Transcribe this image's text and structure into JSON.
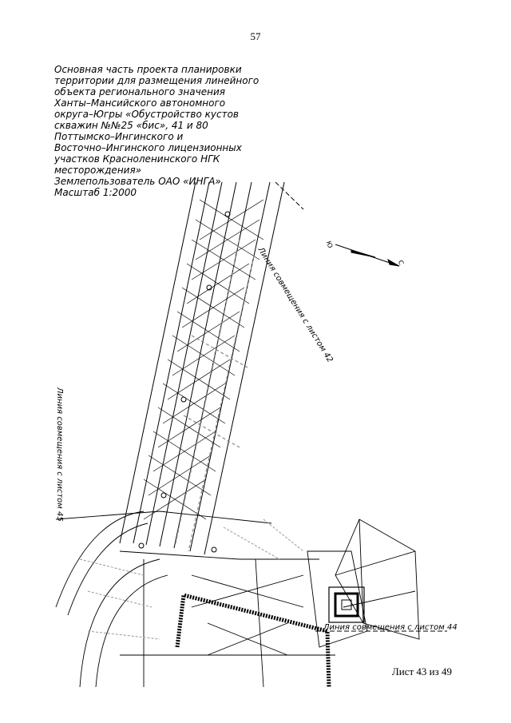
{
  "page_number": "57",
  "title_lines": [
    "Основная часть проекта планировки",
    "территории для размещения линейного",
    "объекта регионального значения",
    "Ханты–Мансийского автономного",
    "округа–Югры «Обустройство кустов",
    "скважин №№25 «бис», 41 и 80",
    "Поттымско–Ингинского и",
    "Восточно–Ингинского лицензионных",
    "участков Красноленинского НГК",
    "месторождения»"
  ],
  "land_user": "Землепользователь ОАО «ИНГА»",
  "scale": "Масштаб 1:2000",
  "match_lines": {
    "sheet_42": "Линия совмещения с листом 42",
    "sheet_45": "Линия совмещения с листом 45",
    "sheet_44": "Линия совмещения с листом 44"
  },
  "sheet_counter": "Лист 43 из 49",
  "north_arrow": {
    "letter_top": "Ю",
    "letter_bottom": "С"
  }
}
